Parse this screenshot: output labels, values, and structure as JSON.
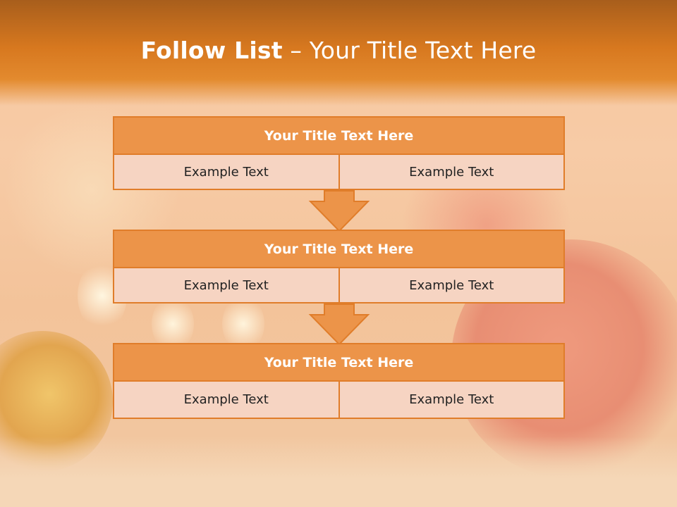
{
  "slide": {
    "title_bold": "Follow List",
    "title_rest": " – Your Title Text Here"
  },
  "steps": [
    {
      "title": "Your Title Text Here",
      "left": "Example Text",
      "right": "Example Text"
    },
    {
      "title": "Your Title Text Here",
      "left": "Example Text",
      "right": "Example Text"
    },
    {
      "title": "Your Title Text Here",
      "left": "Example Text",
      "right": "Example Text"
    }
  ],
  "colors": {
    "header_orange": "#d7781f",
    "box_orange": "#ec9449",
    "box_border": "#e07d2a",
    "cell_fill": "#f6d4c2"
  }
}
